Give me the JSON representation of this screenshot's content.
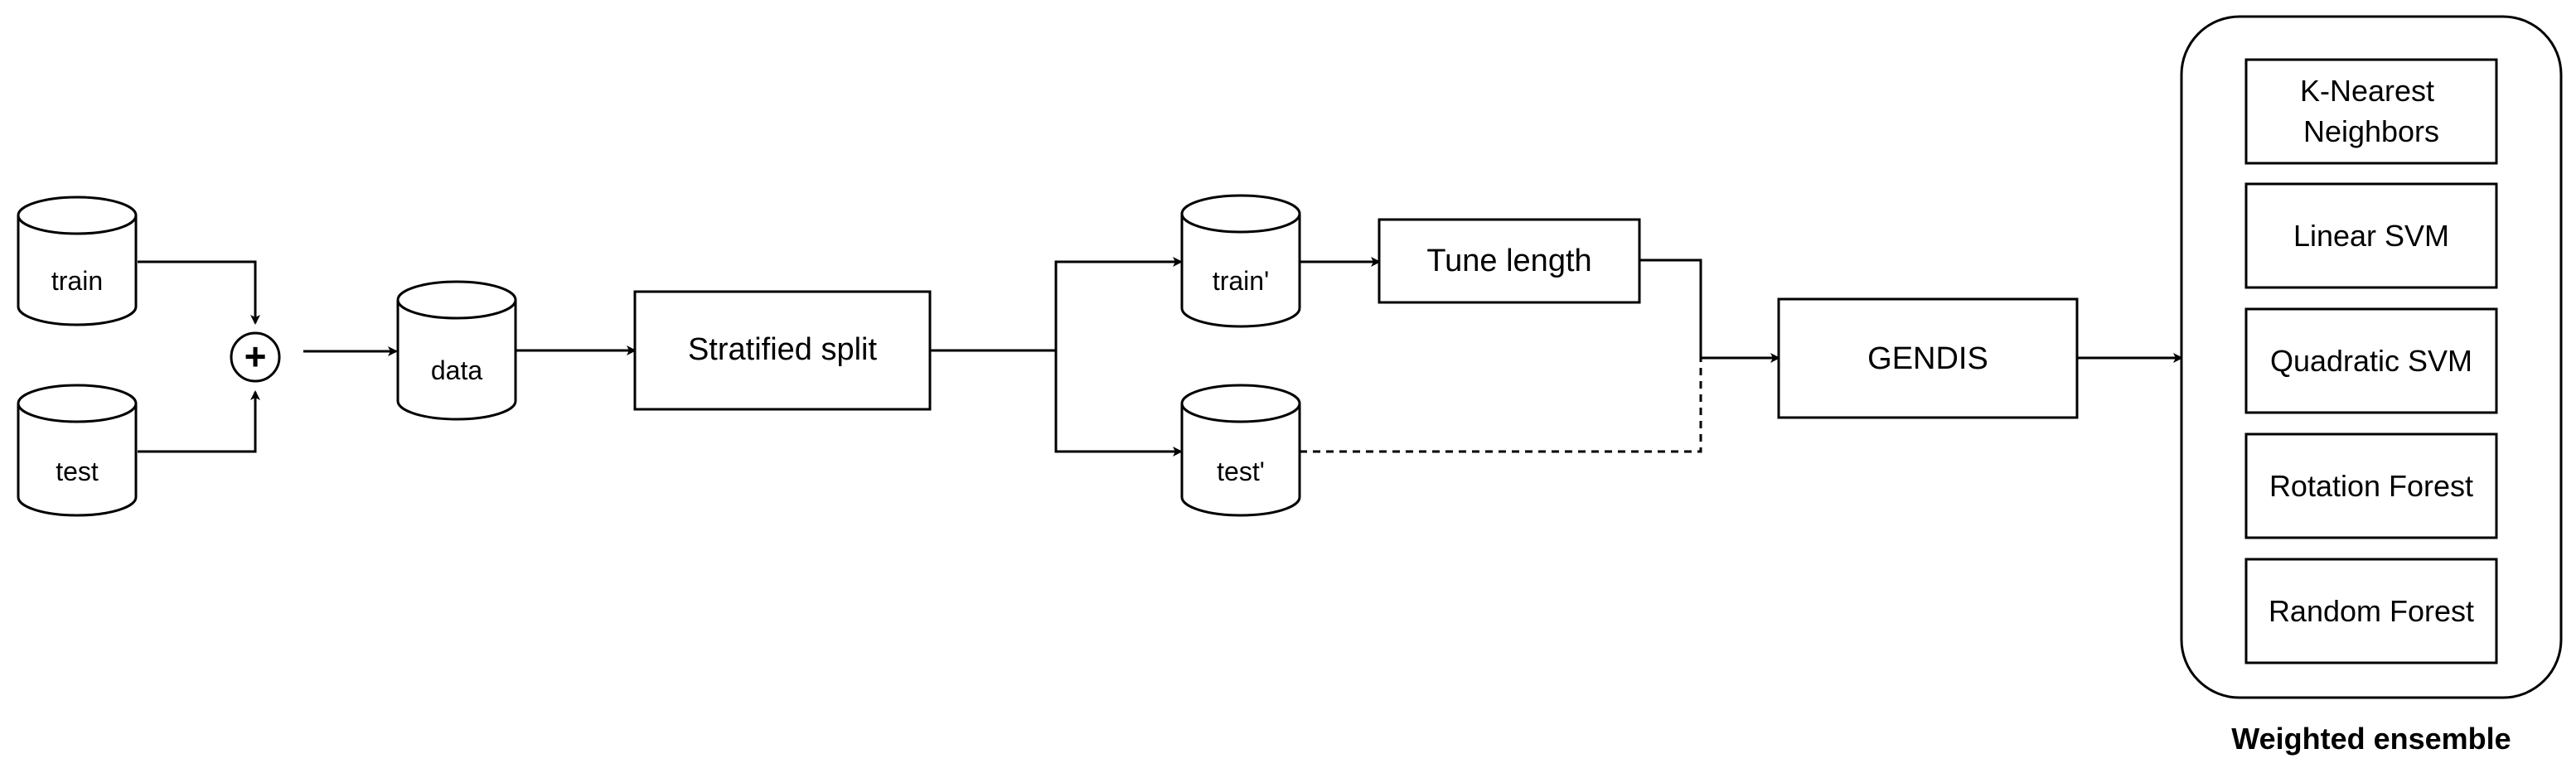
{
  "diagram": {
    "datasets": {
      "train": "train",
      "test": "test",
      "data": "data",
      "train_prime": "train'",
      "test_prime": "test'"
    },
    "operators": {
      "combine_symbol": "+"
    },
    "processes": {
      "stratified_split": "Stratified split",
      "tune_length": "Tune length",
      "gendis": "GENDIS"
    },
    "ensemble": {
      "label": "Weighted ensemble",
      "classifiers": [
        [
          "K-Nearest",
          "Neighbors"
        ],
        [
          "Linear SVM"
        ],
        [
          "Quadratic SVM"
        ],
        [
          "Rotation Forest"
        ],
        [
          "Random Forest"
        ]
      ]
    }
  }
}
